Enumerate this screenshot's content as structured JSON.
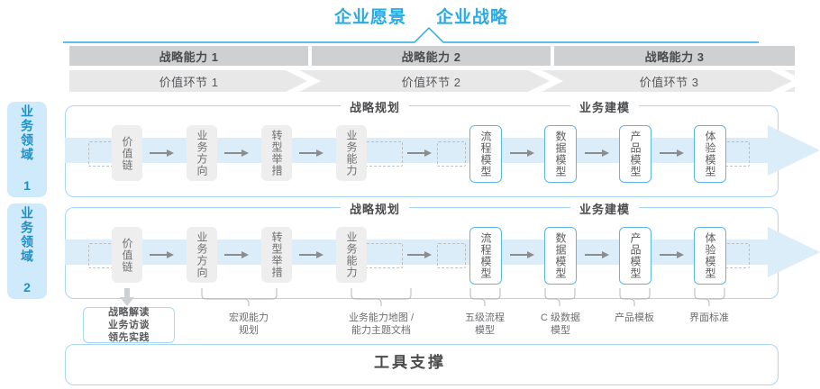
{
  "header": {
    "vision_title": "企业愿景",
    "strategy_title": "企业战略"
  },
  "capabilities": [
    {
      "label": "战略能力 1"
    },
    {
      "label": "战略能力 2"
    },
    {
      "label": "战略能力 3"
    }
  ],
  "value_stages": [
    {
      "label": "价值环节 1"
    },
    {
      "label": "价值环节 2"
    },
    {
      "label": "价值环节 3"
    }
  ],
  "domains": [
    {
      "label": "业务领域 1"
    },
    {
      "label": "业务领域 2"
    }
  ],
  "sections": {
    "planning": "战略规划",
    "modeling": "业务建模"
  },
  "steps": {
    "planning": [
      {
        "label": "价值链"
      },
      {
        "label": "业务方向"
      },
      {
        "label": "转型举措"
      },
      {
        "label": "业务能力"
      }
    ],
    "modeling": [
      {
        "label": "流程模型"
      },
      {
        "label": "数据模型"
      },
      {
        "label": "产品模型"
      },
      {
        "label": "体验模型"
      }
    ]
  },
  "tools": [
    {
      "lines": [
        "战略解读",
        "业务访谈",
        "领先实践"
      ]
    },
    {
      "lines": [
        "宏观能力",
        "规划"
      ]
    },
    {
      "lines": [
        "业务能力地图 /",
        "能力主题文档"
      ]
    },
    {
      "lines": [
        "五级流程",
        "模型"
      ]
    },
    {
      "lines": [
        "C 级数据",
        "模型"
      ]
    },
    {
      "lines": [
        "产品模板"
      ]
    },
    {
      "lines": [
        "界面标准"
      ]
    }
  ],
  "footer": {
    "title": "工具支撑"
  },
  "colors": {
    "accent": "#29abe2",
    "accent_border": "#5bb8e4",
    "panel_border": "#a9d8ef",
    "domain_tab_bg": "#cfeafa",
    "band_fill": "#e8f4fc",
    "header_bar": "#cfd0d1",
    "stage_bar": "#e8e8e8",
    "step_plain": "#eeeeee",
    "text": "#58595b"
  }
}
